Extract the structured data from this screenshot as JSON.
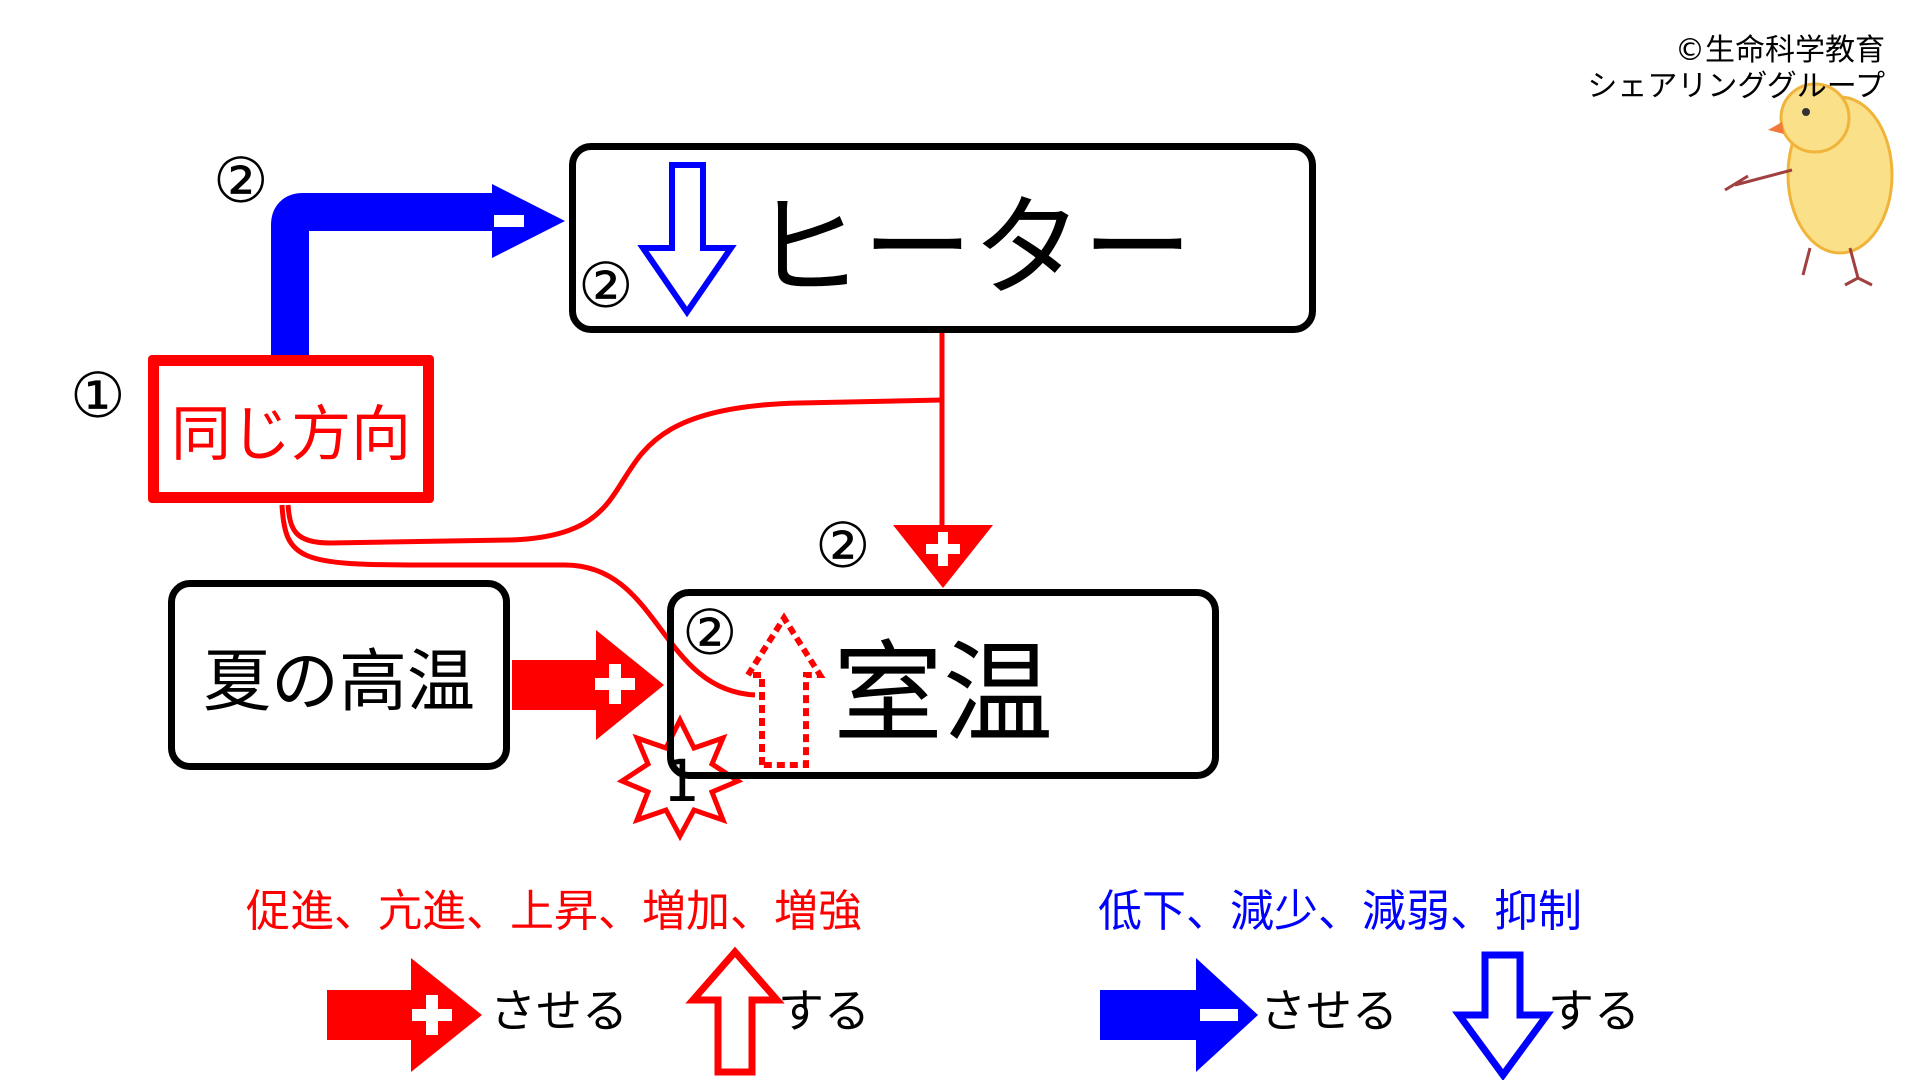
{
  "copyright": {
    "line1": "©生命科学教育",
    "line2": "シェアリンググループ"
  },
  "boxes": {
    "heater": "ヒーター",
    "room_temp": "室温",
    "summer_heat": "夏の高温",
    "same_direction": "同じ方向"
  },
  "markers": {
    "two": "②",
    "one": "①",
    "burst_one": "1"
  },
  "signs": {
    "plus": "+",
    "minus": "−"
  },
  "legend": {
    "increase_terms": "促進、亢進、上昇、増加、増強",
    "decrease_terms": "低下、減少、減弱、抑制",
    "cause_label": "させる",
    "self_label": "する"
  },
  "colors": {
    "red": "#ff0000",
    "blue": "#0000ff",
    "black": "#000000"
  },
  "icons": [
    "chick-illustration",
    "burst-star-icon",
    "arrow-up-outline-icon",
    "arrow-down-outline-icon",
    "arrow-up-dotted-icon"
  ]
}
